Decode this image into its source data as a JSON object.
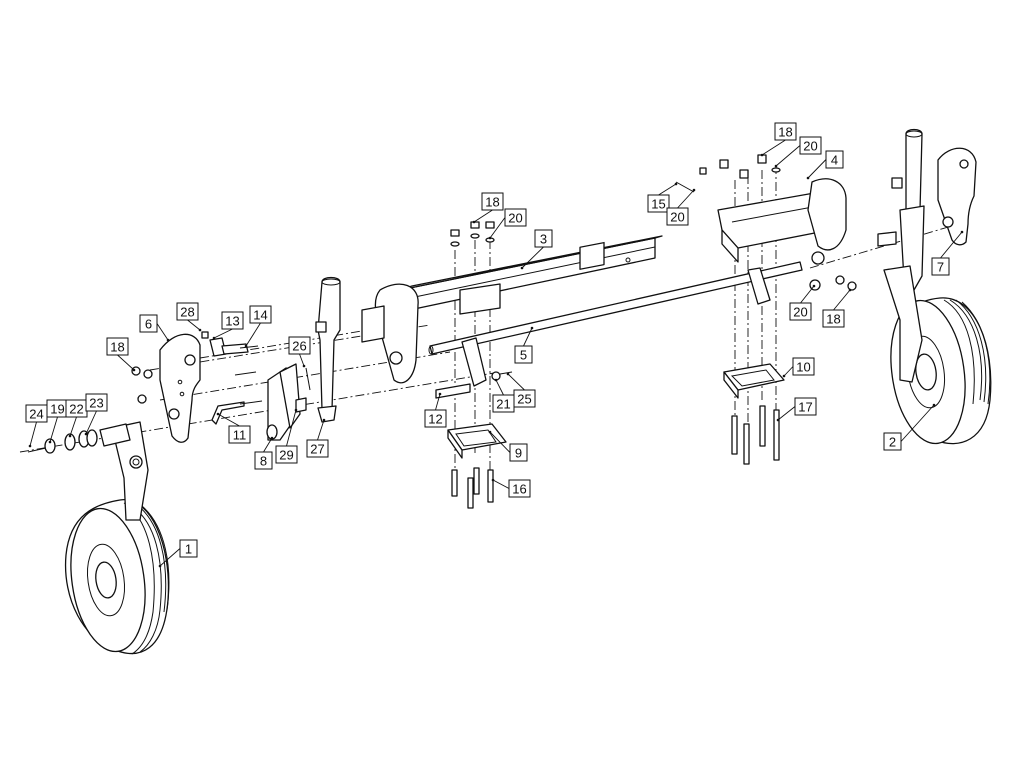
{
  "callouts": [
    {
      "label": "1"
    },
    {
      "label": "2"
    },
    {
      "label": "3"
    },
    {
      "label": "4"
    },
    {
      "label": "5"
    },
    {
      "label": "6"
    },
    {
      "label": "7"
    },
    {
      "label": "8"
    },
    {
      "label": "9"
    },
    {
      "label": "10"
    },
    {
      "label": "11"
    },
    {
      "label": "12"
    },
    {
      "label": "13"
    },
    {
      "label": "14"
    },
    {
      "label": "15"
    },
    {
      "label": "16"
    },
    {
      "label": "17"
    },
    {
      "label": "18"
    },
    {
      "label": "18"
    },
    {
      "label": "18"
    },
    {
      "label": "18"
    },
    {
      "label": "19"
    },
    {
      "label": "20"
    },
    {
      "label": "20"
    },
    {
      "label": "20"
    },
    {
      "label": "20"
    },
    {
      "label": "21"
    },
    {
      "label": "22"
    },
    {
      "label": "23"
    },
    {
      "label": "24"
    },
    {
      "label": "25"
    },
    {
      "label": "26"
    },
    {
      "label": "27"
    },
    {
      "label": "28"
    },
    {
      "label": "29"
    }
  ]
}
